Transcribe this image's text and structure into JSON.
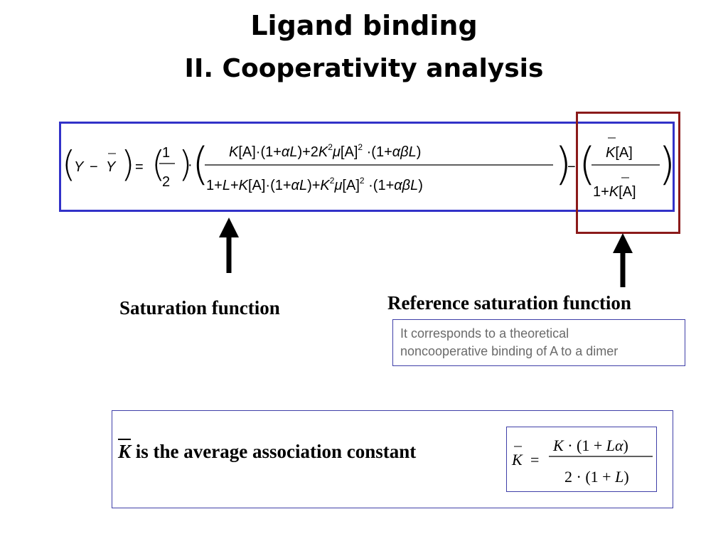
{
  "slide": {
    "title": "Ligand binding",
    "subtitle": "II. Cooperativity analysis"
  },
  "equation": {
    "lhs": "(Y − Ȳ) = (1/2)·( K[A]·(1+αL) + 2K²μ[A]²·(1+αβL) ) / ( 1+L+K[A]·(1+αL) + K²μ[A]²·(1+αβL) ) − ( K̄[A] / (1+K̄[A]) )"
  },
  "labels": {
    "saturation": "Saturation function",
    "reference": "Reference saturation function",
    "note_line1": "It corresponds to a theoretical",
    "note_line2": "noncooperative binding of A to a dimer"
  },
  "average": {
    "symbol": "K",
    "text": "is the average association constant",
    "formula": "K̄ = K·(1+Lα) / 2·(1+L)"
  },
  "colors": {
    "blue_frame": "#3232c8",
    "red_frame": "#8b1a1a",
    "note_text": "#6a6a6a"
  }
}
